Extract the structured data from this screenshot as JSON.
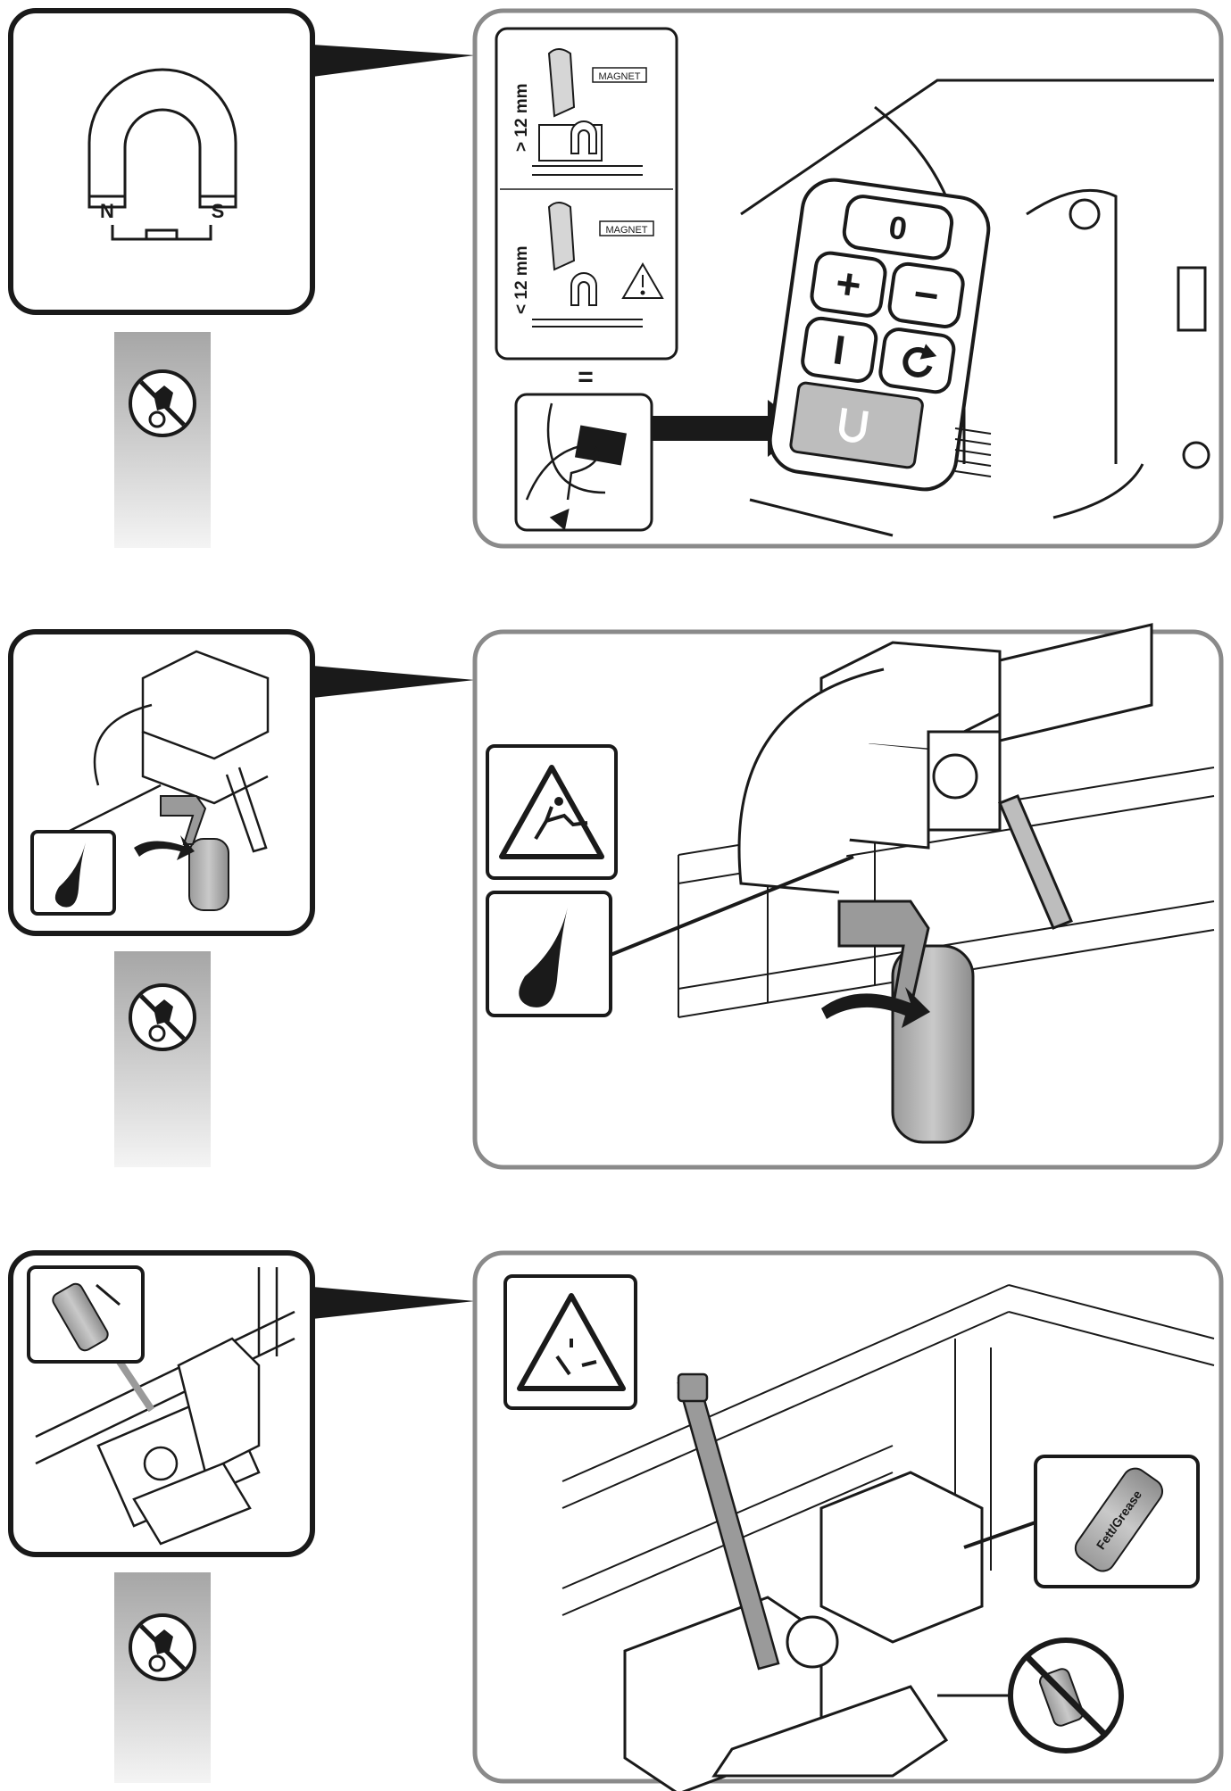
{
  "step1": {
    "magnet_pole_north": "N",
    "magnet_pole_south": "S",
    "distance_greater": "> 12 mm",
    "distance_less": "< 12 mm",
    "magnet_label": "MAGNET",
    "equals_sign": "=",
    "keypad_button_0": "0",
    "keypad_button_plus": "+",
    "keypad_button_minus": "−",
    "keypad_button_1": "I"
  },
  "step2": {
    "warning_icon": "slip-hazard-warning-icon",
    "symbol_icon": "liquid-drop-icon"
  },
  "step3": {
    "grease_can_label": "Fett/Grease",
    "warning_icon": "falling-objects-warning-icon",
    "no_spray_icon": "no-spray-on-device-icon"
  },
  "side_badge_icon": "no-hand-contact-icon",
  "colors": {
    "line": "#1a1a1a",
    "frame_gray": "#8a8a8a",
    "strip_top": "#a6a6a6",
    "strip_bottom": "#f4f4f4"
  }
}
